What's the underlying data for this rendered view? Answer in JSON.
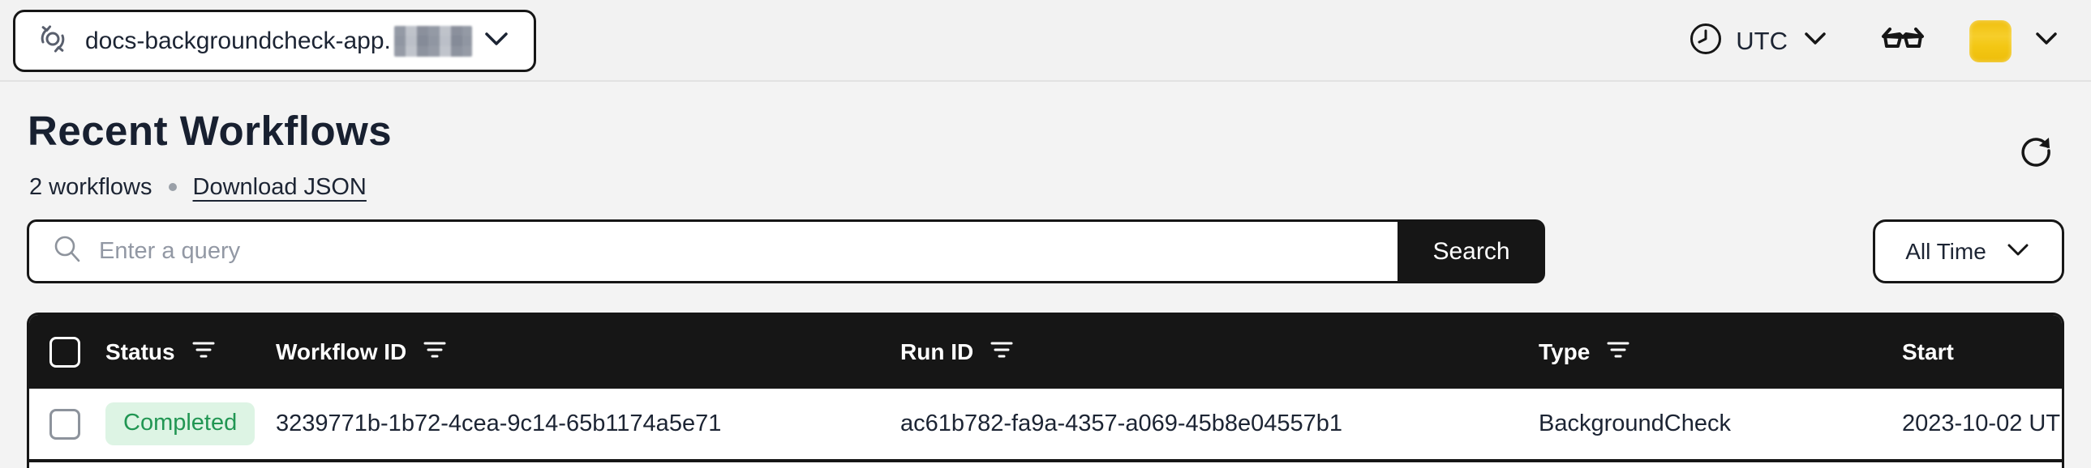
{
  "topbar": {
    "namespace_selector": {
      "label": "docs-backgroundcheck-app."
    },
    "timezone": {
      "label": "UTC"
    },
    "icons": [
      "namespace-sync-icon",
      "chevron-down-icon",
      "clock-icon",
      "glasses-labs-icon",
      "avatar"
    ]
  },
  "header": {
    "title": "Recent Workflows",
    "count_label": "2 workflows",
    "download_link_label": "Download JSON"
  },
  "search": {
    "placeholder": "Enter a query",
    "value": "",
    "button_label": "Search"
  },
  "time_filter": {
    "label": "All Time"
  },
  "table": {
    "columns": [
      {
        "label": "Status",
        "filter": true
      },
      {
        "label": "Workflow ID",
        "filter": true
      },
      {
        "label": "Run ID",
        "filter": true
      },
      {
        "label": "Type",
        "filter": true
      },
      {
        "label": "Start",
        "filter": false
      }
    ],
    "rows": [
      {
        "status": "Completed",
        "workflow_id": "3239771b-1b72-4cea-9c14-65b1174a5e71",
        "run_id": "ac61b782-fa9a-4357-a069-45b8e04557b1",
        "type": "BackgroundCheck",
        "start": "2023-10-02 UT"
      }
    ]
  },
  "colors": {
    "page_bg": "#f3f3f3",
    "primary_black": "#161616",
    "text_dark": "#1c2433",
    "badge_completed_text": "#219653",
    "badge_completed_bg": "#ddf4e4",
    "avatar_yellow": "#f3c714",
    "placeholder_gray": "#9298a4"
  }
}
